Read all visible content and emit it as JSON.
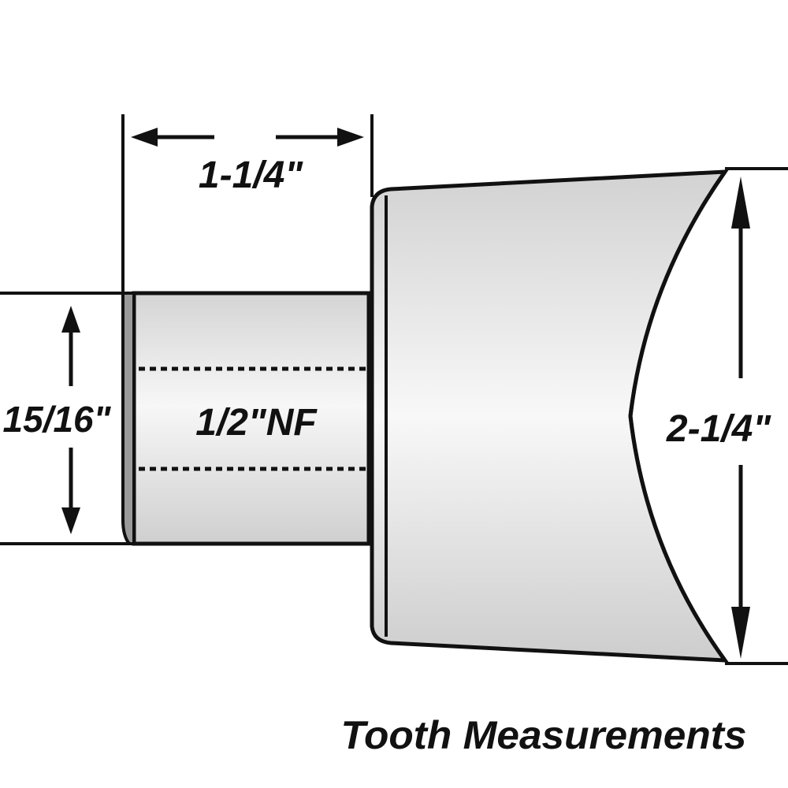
{
  "diagram": {
    "title": "Tooth Measurements",
    "dimensions": {
      "overall_length": "1-1/4\"",
      "shank_diameter": "15/16\"",
      "thread": "1/2\"NF",
      "head_diameter": "2-1/4\""
    }
  },
  "colors": {
    "outline": "#111111",
    "fill_light": "#f2f2f2",
    "fill_dark": "#cfcfcf",
    "background": "#ffffff"
  }
}
